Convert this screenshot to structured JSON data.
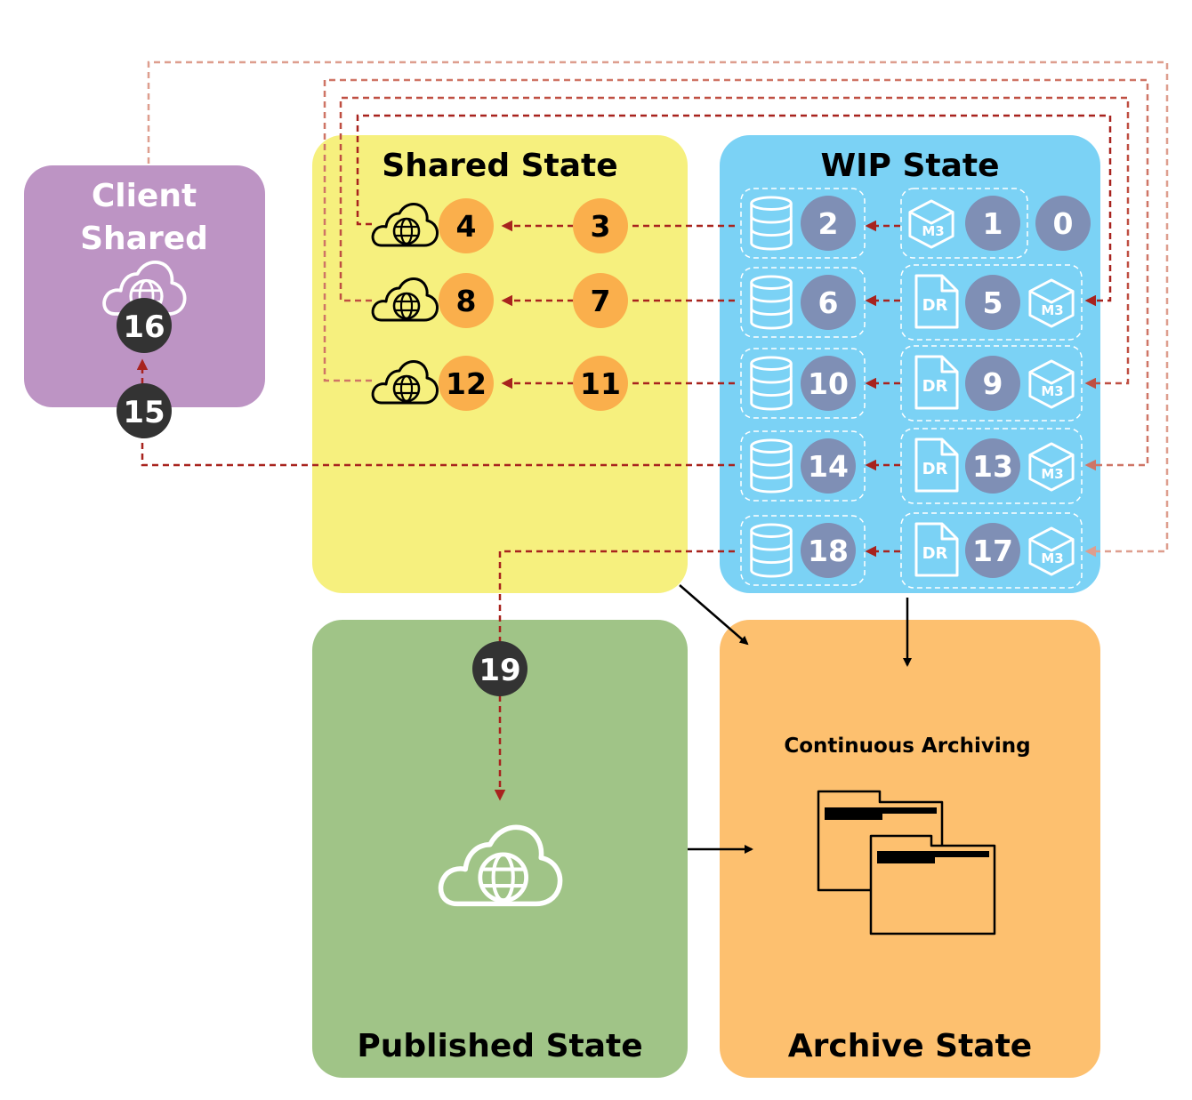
{
  "colors": {
    "client_box": "#BD94C4",
    "shared_box": "#F6F07E",
    "wip_box": "#7BD2F5",
    "published_box": "#A0C487",
    "archive_box": "#FDC06F",
    "badge_orange": "#FAAF4C",
    "badge_slate": "#7F8FB5",
    "badge_dark": "#333333",
    "arrow_dark_red": "#A8231E",
    "arrow_mid_red": "#BF4F42",
    "arrow_light_red": "#CF7566",
    "arrow_faint_red": "#DE9E8E",
    "black": "#000000",
    "white": "#FFFFFF"
  },
  "boxes": {
    "client": {
      "title_line1": "Client",
      "title_line2": "Shared",
      "icon": "cloud-globe-icon"
    },
    "shared": {
      "title": "Shared State"
    },
    "wip": {
      "title": "WIP State"
    },
    "published": {
      "title": "Published State",
      "icon": "cloud-globe-icon"
    },
    "archive": {
      "title": "Archive State",
      "subtitle": "Continuous Archiving",
      "icon": "folders-icon"
    }
  },
  "shared_rows": [
    {
      "cloud_badge": "4",
      "source_badge": "3"
    },
    {
      "cloud_badge": "8",
      "source_badge": "7"
    },
    {
      "cloud_badge": "12",
      "source_badge": "11"
    }
  ],
  "wip_rows": [
    {
      "db_badge": "2",
      "source_badge": "1",
      "doc_label": "",
      "model_label": "M3",
      "extra_badge": "0"
    },
    {
      "db_badge": "6",
      "source_badge": "5",
      "doc_label": "DR",
      "model_label": "M3"
    },
    {
      "db_badge": "10",
      "source_badge": "9",
      "doc_label": "DR",
      "model_label": "M3"
    },
    {
      "db_badge": "14",
      "source_badge": "13",
      "doc_label": "DR",
      "model_label": "M3"
    },
    {
      "db_badge": "18",
      "source_badge": "17",
      "doc_label": "DR",
      "model_label": "M3"
    }
  ],
  "client_badges": {
    "upper": "16",
    "lower": "15"
  },
  "published_badge": "19"
}
